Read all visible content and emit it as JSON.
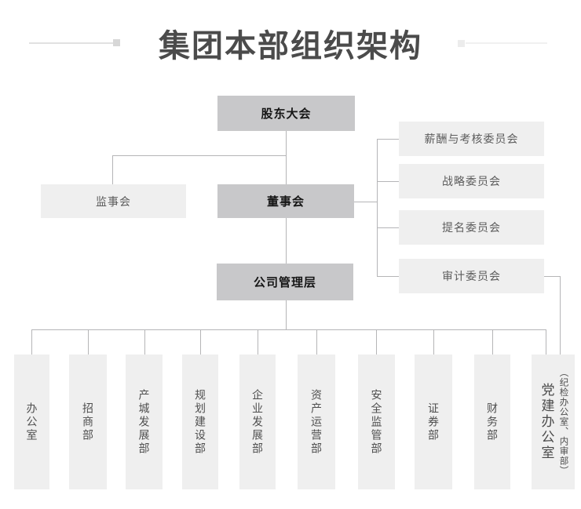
{
  "title": "集团本部组织架构",
  "colors": {
    "primary_node_bg": "#c8c8ca",
    "secondary_node_bg": "#efefef",
    "connector_line": "#b5b5b7",
    "title_text": "#4b4b4b",
    "primary_node_text": "#161616",
    "secondary_node_text": "#5c5c5c"
  },
  "org": {
    "shareholders": "股东大会",
    "supervisory": "监事会",
    "board": "董事会",
    "committees": [
      "薪酬与考核委员会",
      "战略委员会",
      "提名委员会",
      "审计委员会"
    ],
    "management": "公司管理层",
    "departments": [
      "办公室",
      "招商部",
      "产城发展部",
      "规划建设部",
      "企业发展部",
      "资产运营部",
      "安全监管部",
      "证券部",
      "财务部"
    ],
    "party_office": {
      "main": "党建办公室",
      "sub": "（纪检办公室、内审部）"
    }
  }
}
